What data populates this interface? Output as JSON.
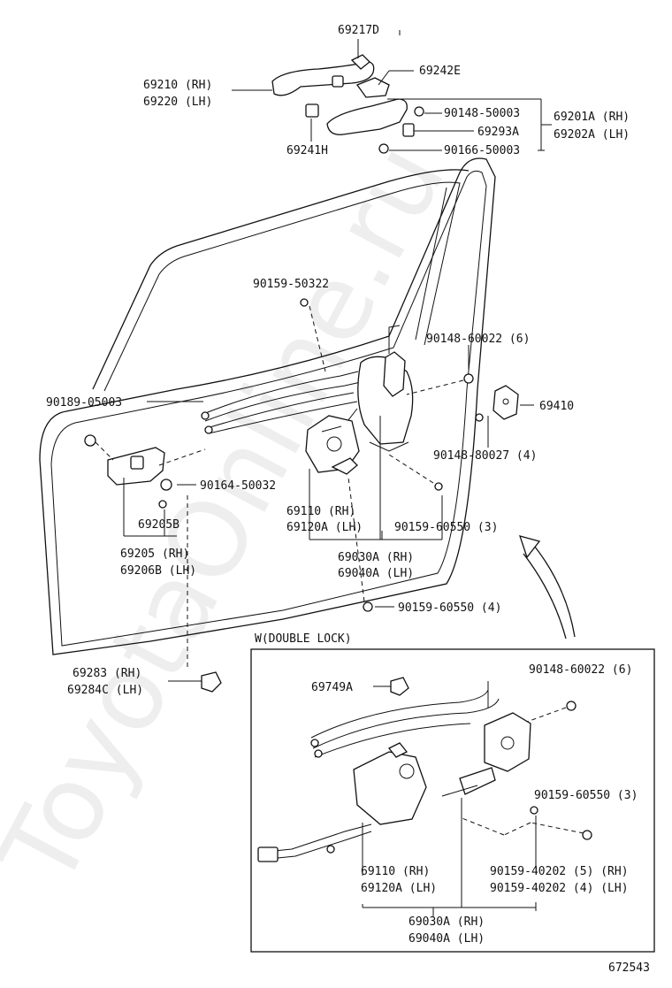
{
  "labels": {
    "p69217D": "69217D",
    "p69210": "69210 (RH)",
    "p69220": "69220 (LH)",
    "p69242E": "69242E",
    "p90148_50003": "90148-50003",
    "p69201A": "69201A (RH)",
    "p69202A": "69202A (LH)",
    "p69293A": "69293A",
    "p69241H": "69241H",
    "p90166_50003": "90166-50003",
    "p90159_50322": "90159-50322",
    "p90148_60022_top": "90148-60022 (6)",
    "p90189_05003": "90189-05003",
    "p69410": "69410",
    "p90148_80027": "90148-80027 (4)",
    "p90164_50032": "90164-50032",
    "p69110_top": "69110  (RH)",
    "p69120A_top": "69120A (LH)",
    "p90159_60550_mid": "90159-60550 (3)",
    "p69205B": "69205B",
    "p69205": "69205  (RH)",
    "p69206B": "69206B (LH)",
    "p69030A_top": "69030A (RH)",
    "p69040A_top": "69040A (LH)",
    "p90159_60550_4": "90159-60550 (4)",
    "inset_title": "W(DOUBLE LOCK)",
    "p69283": "69283   (RH)",
    "p69284C": "69284C (LH)",
    "p69749A": "69749A",
    "p90148_60022_inset": "90148-60022 (6)",
    "p90159_60550_inset": "90159-60550 (3)",
    "p69110_inset": "69110   (RH)",
    "p69120A_inset": "69120A (LH)",
    "p90159_40202_5": "90159-40202 (5)  (RH)",
    "p90159_40202_4": "90159-40202 (4)  (LH)",
    "p69030A_inset": "69030A (RH)",
    "p69040A_inset": "69040A (LH)",
    "diagram_id": "672543"
  },
  "watermark": "ToyotaOnline.ru",
  "colors": {
    "line": "#111111",
    "background": "#ffffff",
    "watermark": "#d9d9d9"
  }
}
